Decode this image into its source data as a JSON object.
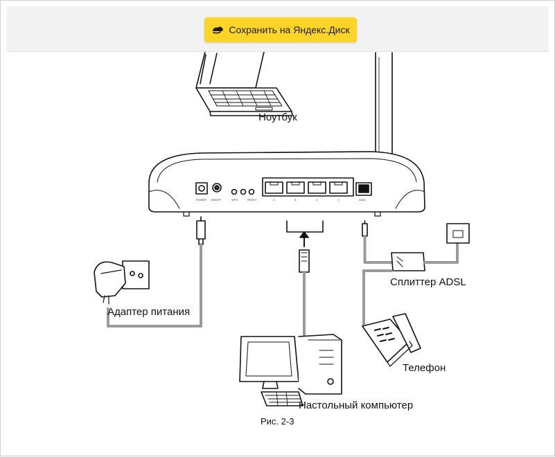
{
  "toolbar": {
    "save_label": "Сохранить на Яндекс.Диск",
    "button_color": "#fcd526",
    "icon": "yandex-disk-icon"
  },
  "diagram": {
    "labels": {
      "laptop": "Ноутбук",
      "power_adapter": "Адаптер питания",
      "adsl_splitter": "Сплиттер ADSL",
      "phone": "Телефон",
      "desktop": "Настольный компьютер",
      "caption": "Рис. 2-3"
    },
    "router_ports": {
      "power": "POWER",
      "on_off": "ON/OFF",
      "wps": "WPS",
      "reset": "RESET",
      "lan": [
        "4",
        "3",
        "2",
        "1"
      ],
      "adsl": "ADSL"
    }
  }
}
